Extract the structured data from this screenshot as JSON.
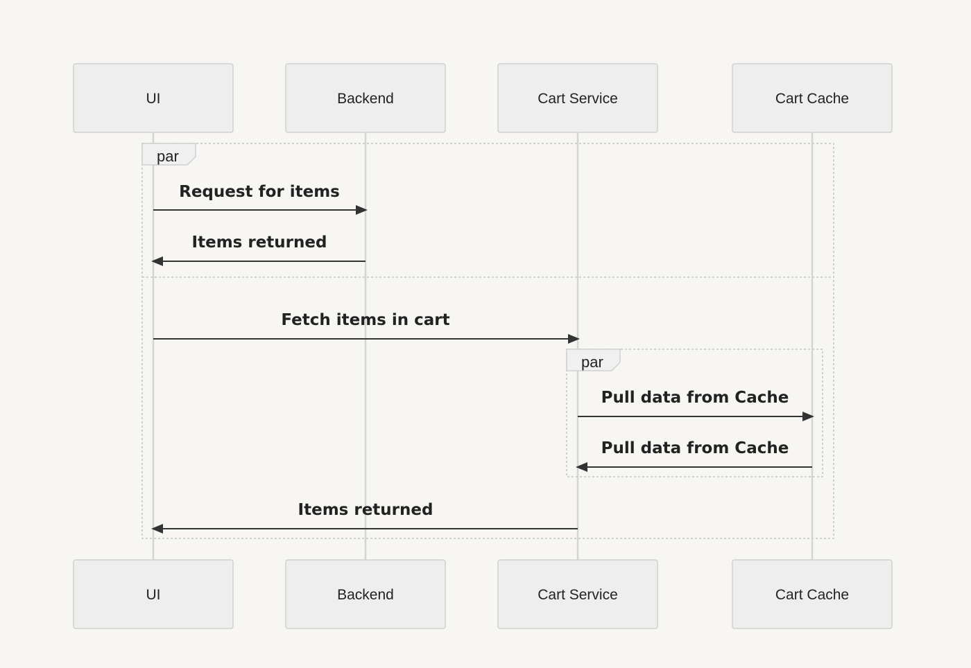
{
  "actors": [
    "UI",
    "Backend",
    "Cart Service",
    "Cart Cache"
  ],
  "fragments": [
    {
      "label": "par"
    },
    {
      "label": "par"
    }
  ],
  "messages": [
    {
      "from": "UI",
      "to": "Backend",
      "label": "Request for items"
    },
    {
      "from": "Backend",
      "to": "UI",
      "label": "Items returned"
    },
    {
      "from": "UI",
      "to": "Cart Service",
      "label": "Fetch items in cart"
    },
    {
      "from": "Cart Service",
      "to": "Cart Cache",
      "label": "Pull data from Cache"
    },
    {
      "from": "Cart Cache",
      "to": "Cart Service",
      "label": "Pull data from Cache"
    },
    {
      "from": "Cart Service",
      "to": "UI",
      "label": "Items returned"
    }
  ],
  "colors": {
    "background": "#f7f6f3",
    "actor_fill": "#eeeeee",
    "line": "#333333",
    "lifeline": "#d4d4d4"
  }
}
